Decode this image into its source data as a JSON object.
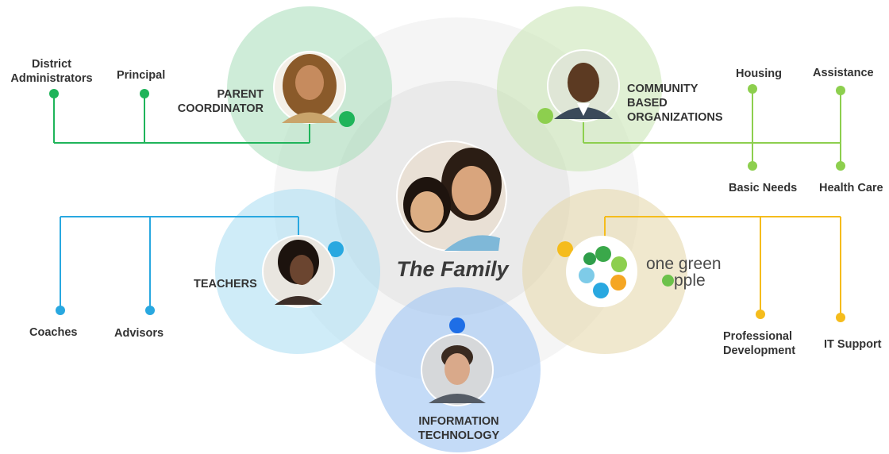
{
  "center": {
    "title": "The Family"
  },
  "groups": {
    "parent": {
      "label_line1": "PARENT",
      "label_line2": "COORDINATOR",
      "color": "#1fb45a",
      "children": [
        "District",
        "Administrators",
        "Principal"
      ]
    },
    "community": {
      "label_line1": "COMMUNITY",
      "label_line2": "BASED",
      "label_line3": "ORGANIZATIONS",
      "color": "#8dcf4e",
      "children": [
        "Housing",
        "Assistance",
        "Basic Needs",
        "Health Care"
      ]
    },
    "teachers": {
      "label": "TEACHERS",
      "color": "#29a8e0",
      "children": [
        "Coaches",
        "Advisors"
      ]
    },
    "it": {
      "label_line1": "INFORMATION",
      "label_line2": "TECHNOLOGY",
      "color": "#1e6ee6"
    },
    "partner": {
      "brand_line1": "one green",
      "brand_line2": "pple",
      "color": "#f5bc1c",
      "children": [
        "Professional",
        "Development",
        "IT Support"
      ]
    }
  },
  "icons": [
    "parent-coordinator-photo",
    "community-leader-photo",
    "family-photo",
    "teacher-photo",
    "it-staff-photo",
    "one-green-apple-logo"
  ]
}
